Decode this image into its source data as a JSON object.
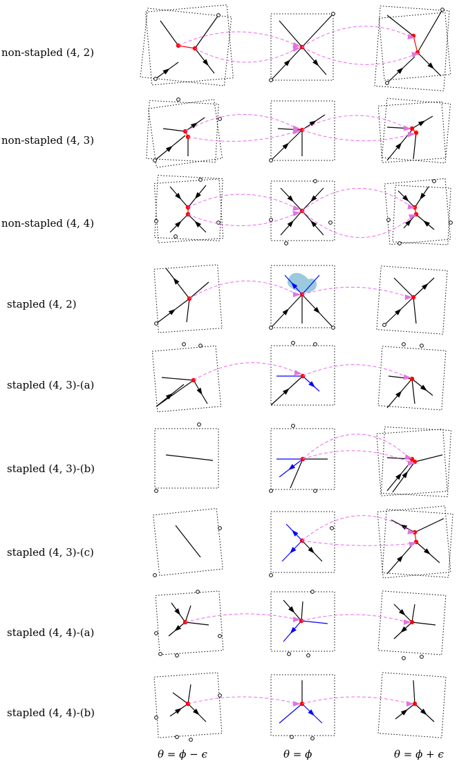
{
  "rows": [
    {
      "label": "non-stapled (4, 2)"
    },
    {
      "label": "non-stapled (4, 3)"
    },
    {
      "label": "non-stapled (4, 4)"
    },
    {
      "label": "stapled (4, 2)"
    },
    {
      "label": "stapled (4, 3)-(a)"
    },
    {
      "label": "stapled (4, 3)-(b)"
    },
    {
      "label": "stapled (4, 3)-(c)"
    },
    {
      "label": "stapled (4, 4)-(a)"
    },
    {
      "label": "stapled (4, 4)-(b)"
    }
  ],
  "columns": [
    {
      "label": "θ = ϕ − ϵ"
    },
    {
      "label": "θ = ϕ"
    },
    {
      "label": "θ = ϕ + ϵ"
    }
  ],
  "colors": {
    "edge": "#000000",
    "vertex": "#ff0000",
    "blue_edge": "#0000ff",
    "arc": "#ee66ee",
    "arrowhead": "#dd77dd",
    "region": "#8fc4d8"
  }
}
